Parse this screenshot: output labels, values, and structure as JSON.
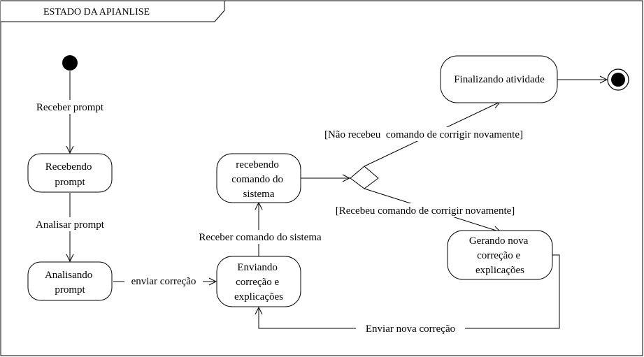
{
  "frame": {
    "title": "ESTADO DA APIANLISE"
  },
  "states": {
    "recebendo_prompt": [
      "Recebendo",
      "prompt"
    ],
    "analisando_prompt": [
      "Analisando",
      "prompt"
    ],
    "enviando_correcao": [
      "Enviando",
      "correção e",
      "explicações"
    ],
    "recebendo_comando": [
      "recebendo",
      "comando do",
      "sistema"
    ],
    "gerando_nova": [
      "Gerando nova",
      "correção e",
      "explicações"
    ],
    "finalizando": [
      "Finalizando atividade"
    ]
  },
  "transitions": {
    "receber_prompt": "Receber prompt",
    "analisar_prompt": "Analisar prompt",
    "enviar_correcao": "enviar correção",
    "receber_comando": "Receber comando do sistema",
    "nao_recebeu": "[Não recebeu  comando de corrigir novamente]",
    "recebeu": "[Recebeu comando de corrigir novamente]",
    "enviar_nova": "Enviar nova correção"
  }
}
